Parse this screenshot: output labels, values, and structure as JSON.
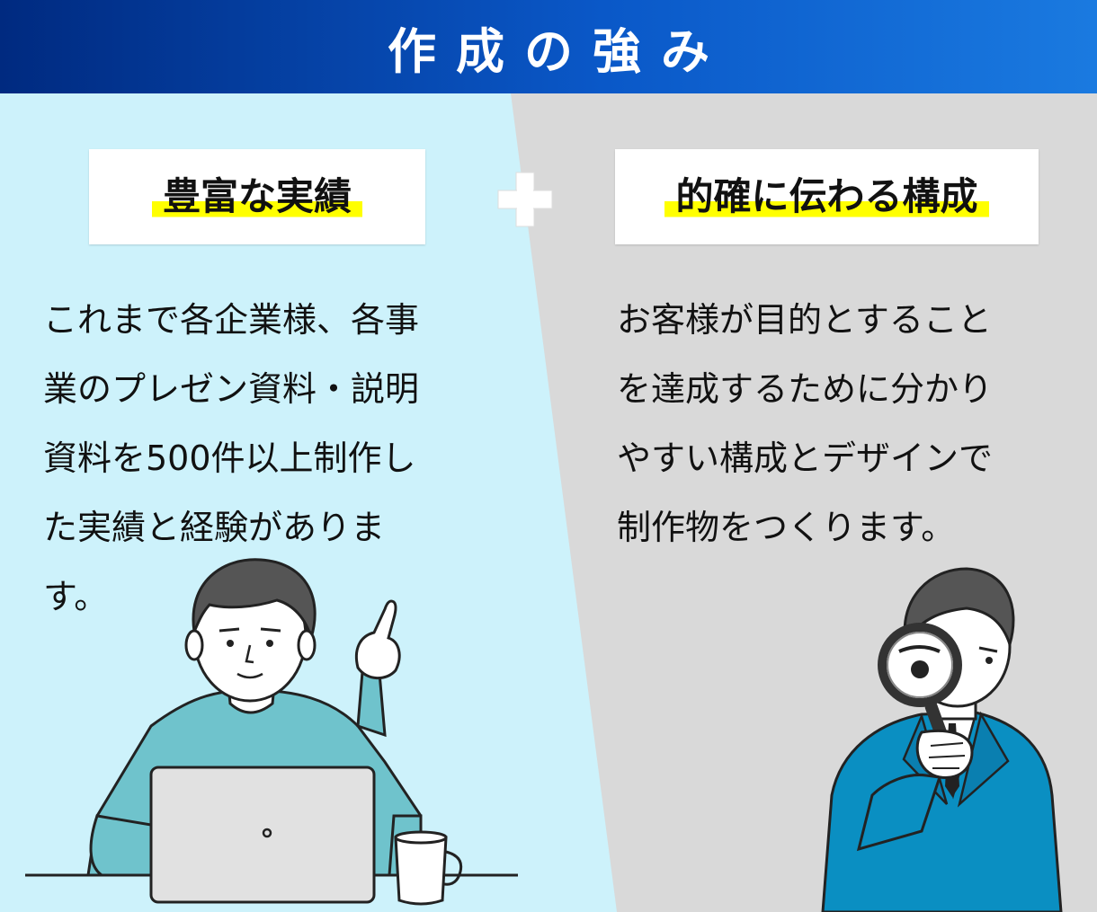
{
  "header": {
    "title": "作成の強み"
  },
  "left": {
    "card_title": "豊富な実績",
    "lines": [
      "これまで各企業様、各事",
      "業のプレゼン資料・説明",
      "資料を500件以上制作し",
      "た実績と経験がありま",
      "す。"
    ]
  },
  "right": {
    "card_title": "的確に伝わる構成",
    "lines": [
      "お客様が目的とすること",
      "を達成するために分かり",
      "やすい構成とデザインで",
      "制作物をつくります。"
    ]
  },
  "icons": {
    "plus": "plus-icon",
    "laptop_man": "man-laptop-illustration",
    "magnifier_man": "man-magnifier-illustration"
  },
  "colors": {
    "header_start": "#002a80",
    "header_end": "#1a7ae0",
    "left_bg": "#cdf2fb",
    "right_bg": "#d9d9d9",
    "highlight": "#ffff00"
  }
}
